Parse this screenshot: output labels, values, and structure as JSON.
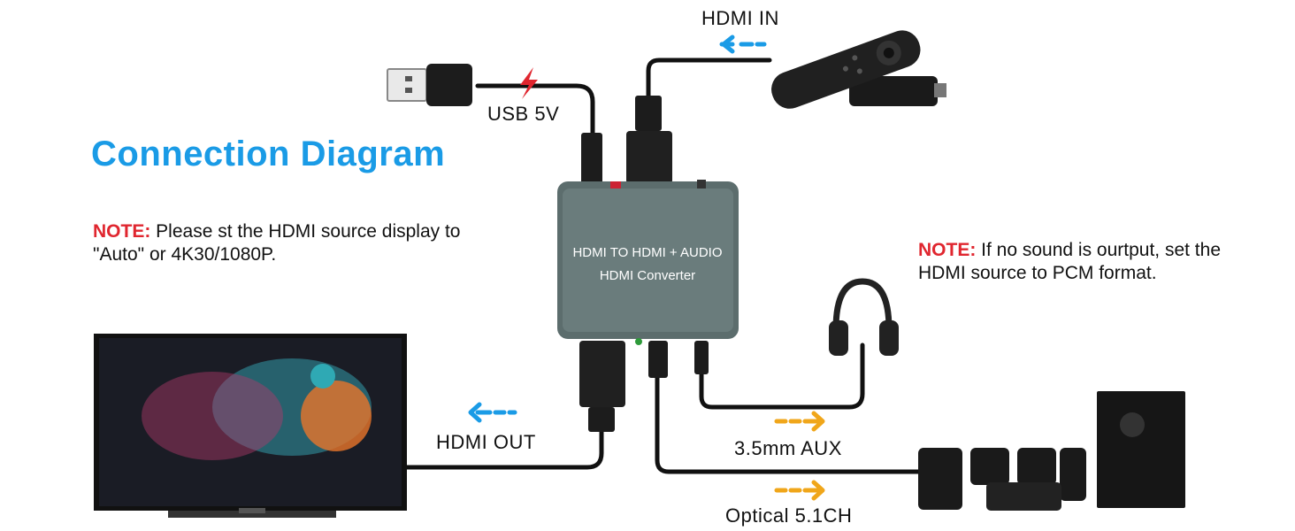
{
  "title": "Connection Diagram",
  "note_left": {
    "label": "NOTE:",
    "text": " Please st the HDMI source display to \"Auto\" or 4K30/1080P."
  },
  "note_right": {
    "label": "NOTE:",
    "text": " If no sound is ourtput, set the HDMI source to PCM format."
  },
  "labels": {
    "hdmi_in": "HDMI IN",
    "usb": "USB 5V",
    "hdmi_out": "HDMI OUT",
    "aux": "3.5mm AUX",
    "optical": "Optical 5.1CH"
  },
  "device": {
    "line1": "HDMI TO HDMI + AUDIO",
    "line2": "HDMI Converter"
  },
  "colors": {
    "accent": "#1a9be6",
    "note": "#e0262f",
    "blue_arrow": "#1a9be6",
    "orange_arrow": "#f0a61a",
    "cable": "#111111",
    "device": "#5c6d6d"
  }
}
